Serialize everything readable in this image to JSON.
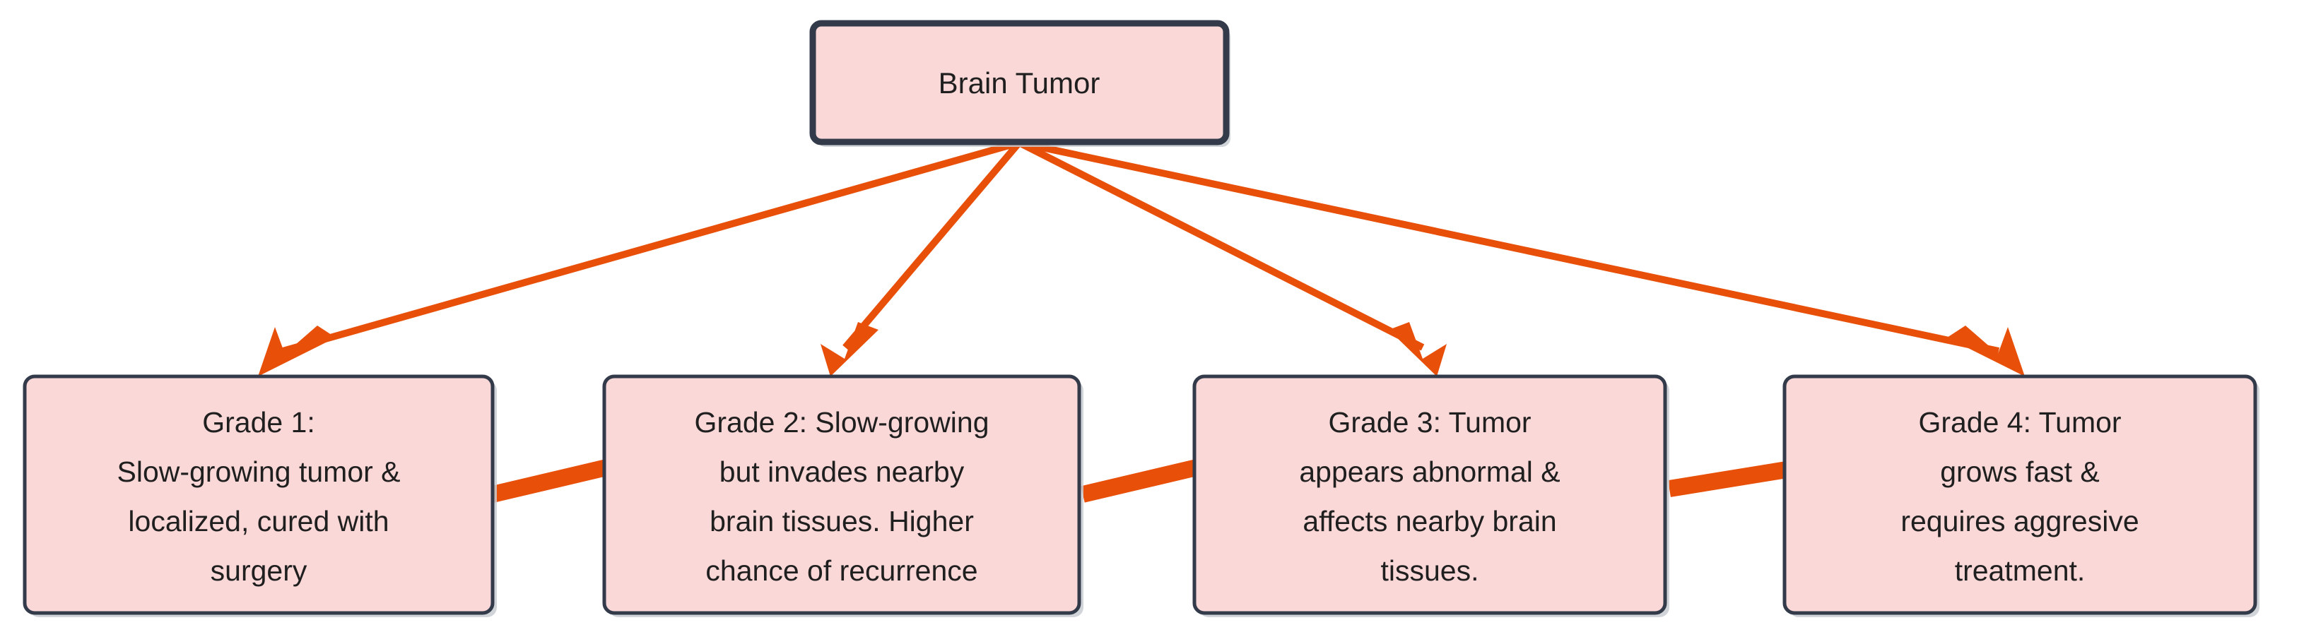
{
  "diagram": {
    "title": "Brain Tumor Grades Flowchart",
    "type": "flowchart",
    "orientation": "top-down",
    "colors": {
      "node_fill": "#FBD8D8",
      "node_border": "#333B4B",
      "edge": "#E8500A",
      "text": "#1f1f1f",
      "background": "#ffffff"
    },
    "root": {
      "id": "brain-tumor",
      "label": "Brain Tumor",
      "lines": [
        "Brain Tumor"
      ]
    },
    "nodes": [
      {
        "id": "grade-1",
        "label": "Grade 1: Slow-growing tumor & localized, cured with surgery",
        "lines": [
          "Grade 1:",
          "Slow-growing tumor &",
          "localized, cured with",
          "surgery"
        ]
      },
      {
        "id": "grade-2",
        "label": "Grade 2: Slow-growing but invades nearby brain tissues. Higher chance of recurrence",
        "lines": [
          "Grade 2: Slow-growing",
          "but invades nearby",
          "brain tissues. Higher",
          "chance of recurrence"
        ]
      },
      {
        "id": "grade-3",
        "label": "Grade 3: Tumor appears abnormal & affects nearby brain tissues.",
        "lines": [
          "Grade 3: Tumor",
          "appears abnormal &",
          "affects nearby brain",
          "tissues."
        ]
      },
      {
        "id": "grade-4",
        "label": "Grade 4: Tumor grows fast & requires aggresive treatment.",
        "lines": [
          "Grade 4: Tumor",
          "grows fast &",
          "requires aggresive",
          "treatment."
        ]
      }
    ],
    "edges": [
      {
        "id": "edge-root-grade-1",
        "from": "brain-tumor",
        "to": "grade-1",
        "arrow": true
      },
      {
        "id": "edge-root-grade-2",
        "from": "brain-tumor",
        "to": "grade-2",
        "arrow": true
      },
      {
        "id": "edge-root-grade-3",
        "from": "brain-tumor",
        "to": "grade-3",
        "arrow": true
      },
      {
        "id": "edge-root-grade-4",
        "from": "brain-tumor",
        "to": "grade-4",
        "arrow": true
      },
      {
        "id": "link-grade-1-grade-2",
        "from": "grade-1",
        "to": "grade-2",
        "arrow": false
      },
      {
        "id": "link-grade-2-grade-3",
        "from": "grade-2",
        "to": "grade-3",
        "arrow": false
      },
      {
        "id": "link-grade-3-grade-4",
        "from": "grade-3",
        "to": "grade-4",
        "arrow": false
      }
    ]
  }
}
